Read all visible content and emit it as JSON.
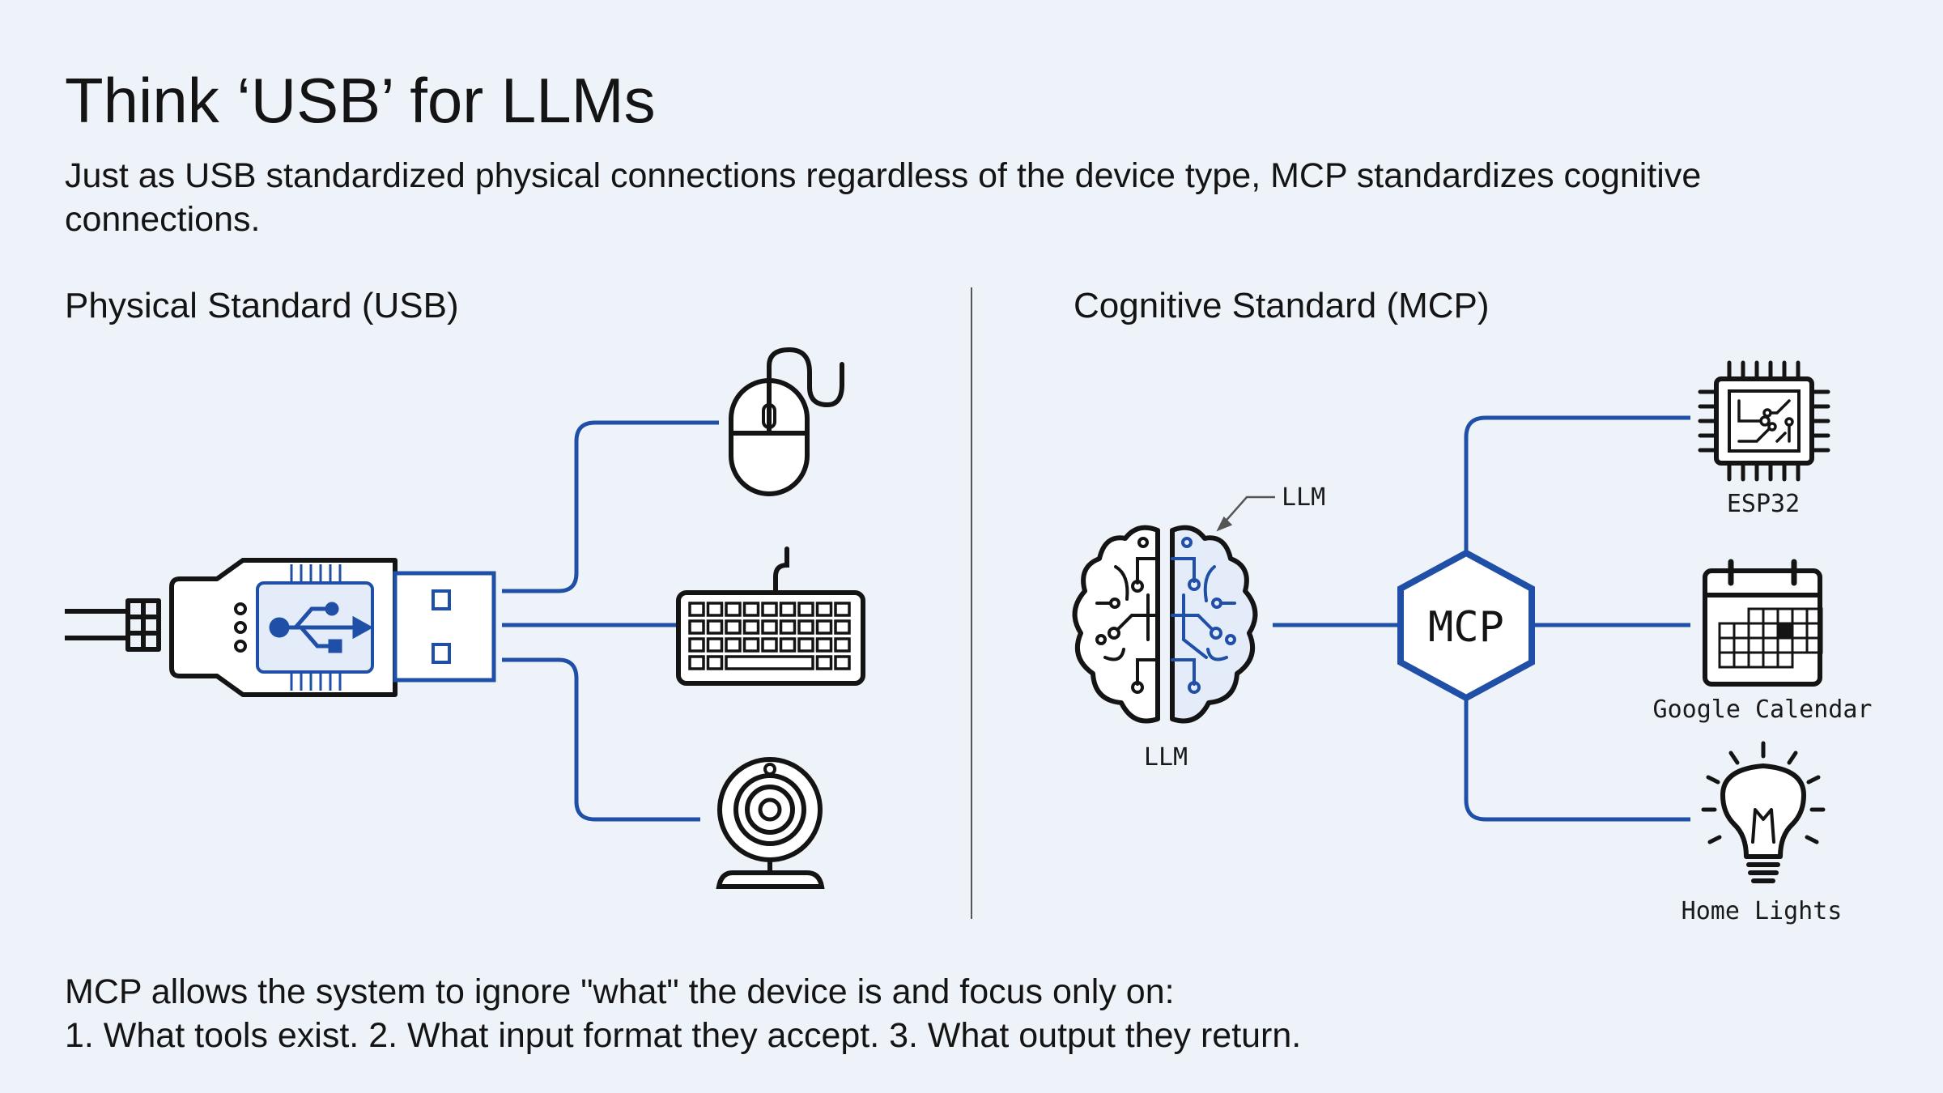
{
  "title": "Think ‘USB’ for LLMs",
  "subtitle": "Just as USB standardized physical connections regardless of the device type, MCP standardizes cognitive connections.",
  "usb_section": {
    "title": "Physical Standard (USB)",
    "devices": [
      "mouse-icon",
      "keyboard-icon",
      "webcam-icon"
    ]
  },
  "mcp_section": {
    "title": "Cognitive Standard (MCP)",
    "brain_caption": "LLM",
    "brain_callout": "LLM",
    "hub_label": "MCP",
    "endpoints": [
      {
        "label": "ESP32",
        "icon": "chip-icon"
      },
      {
        "label": "Google Calendar",
        "icon": "calendar-icon"
      },
      {
        "label": "Home Lights",
        "icon": "lightbulb-icon"
      }
    ]
  },
  "footer": {
    "line1": "MCP allows the system to ignore \"what\" the device is and focus only on:",
    "line2": "1. What tools exist.   2. What input format they accept.  3. What output they return."
  },
  "colors": {
    "accent": "#1f4fa6",
    "ink": "#141414",
    "background": "#eef3f9"
  }
}
